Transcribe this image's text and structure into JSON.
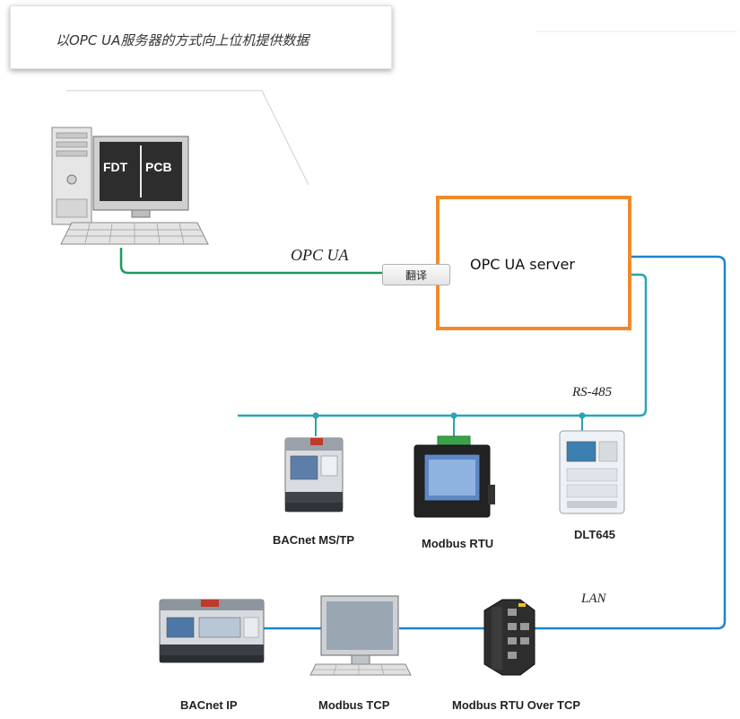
{
  "callout": {
    "text": "以OPC UA服务器的方式向上位机提供数据"
  },
  "pc_screen": {
    "left": "FDT",
    "right": "PCB"
  },
  "links": {
    "opc_ua": "OPC  UA",
    "rs485": "RS-485",
    "lan": "LAN"
  },
  "server": {
    "label": "OPC UA server"
  },
  "translate_button": {
    "label": "翻译"
  },
  "devices": {
    "bacnet_mstp": "BACnet MS/TP",
    "modbus_rtu": "Modbus RTU",
    "dlt645": "DLT645",
    "bacnet_ip": "BACnet IP",
    "modbus_tcp": "Modbus TCP",
    "modbus_rtu_over_tcp": "Modbus RTU Over TCP"
  },
  "colors": {
    "opc_line": "#1e9a5a",
    "rs485_line": "#2aa3b3",
    "lan_line": "#1b86d0",
    "server_border": "#f08a2c"
  }
}
